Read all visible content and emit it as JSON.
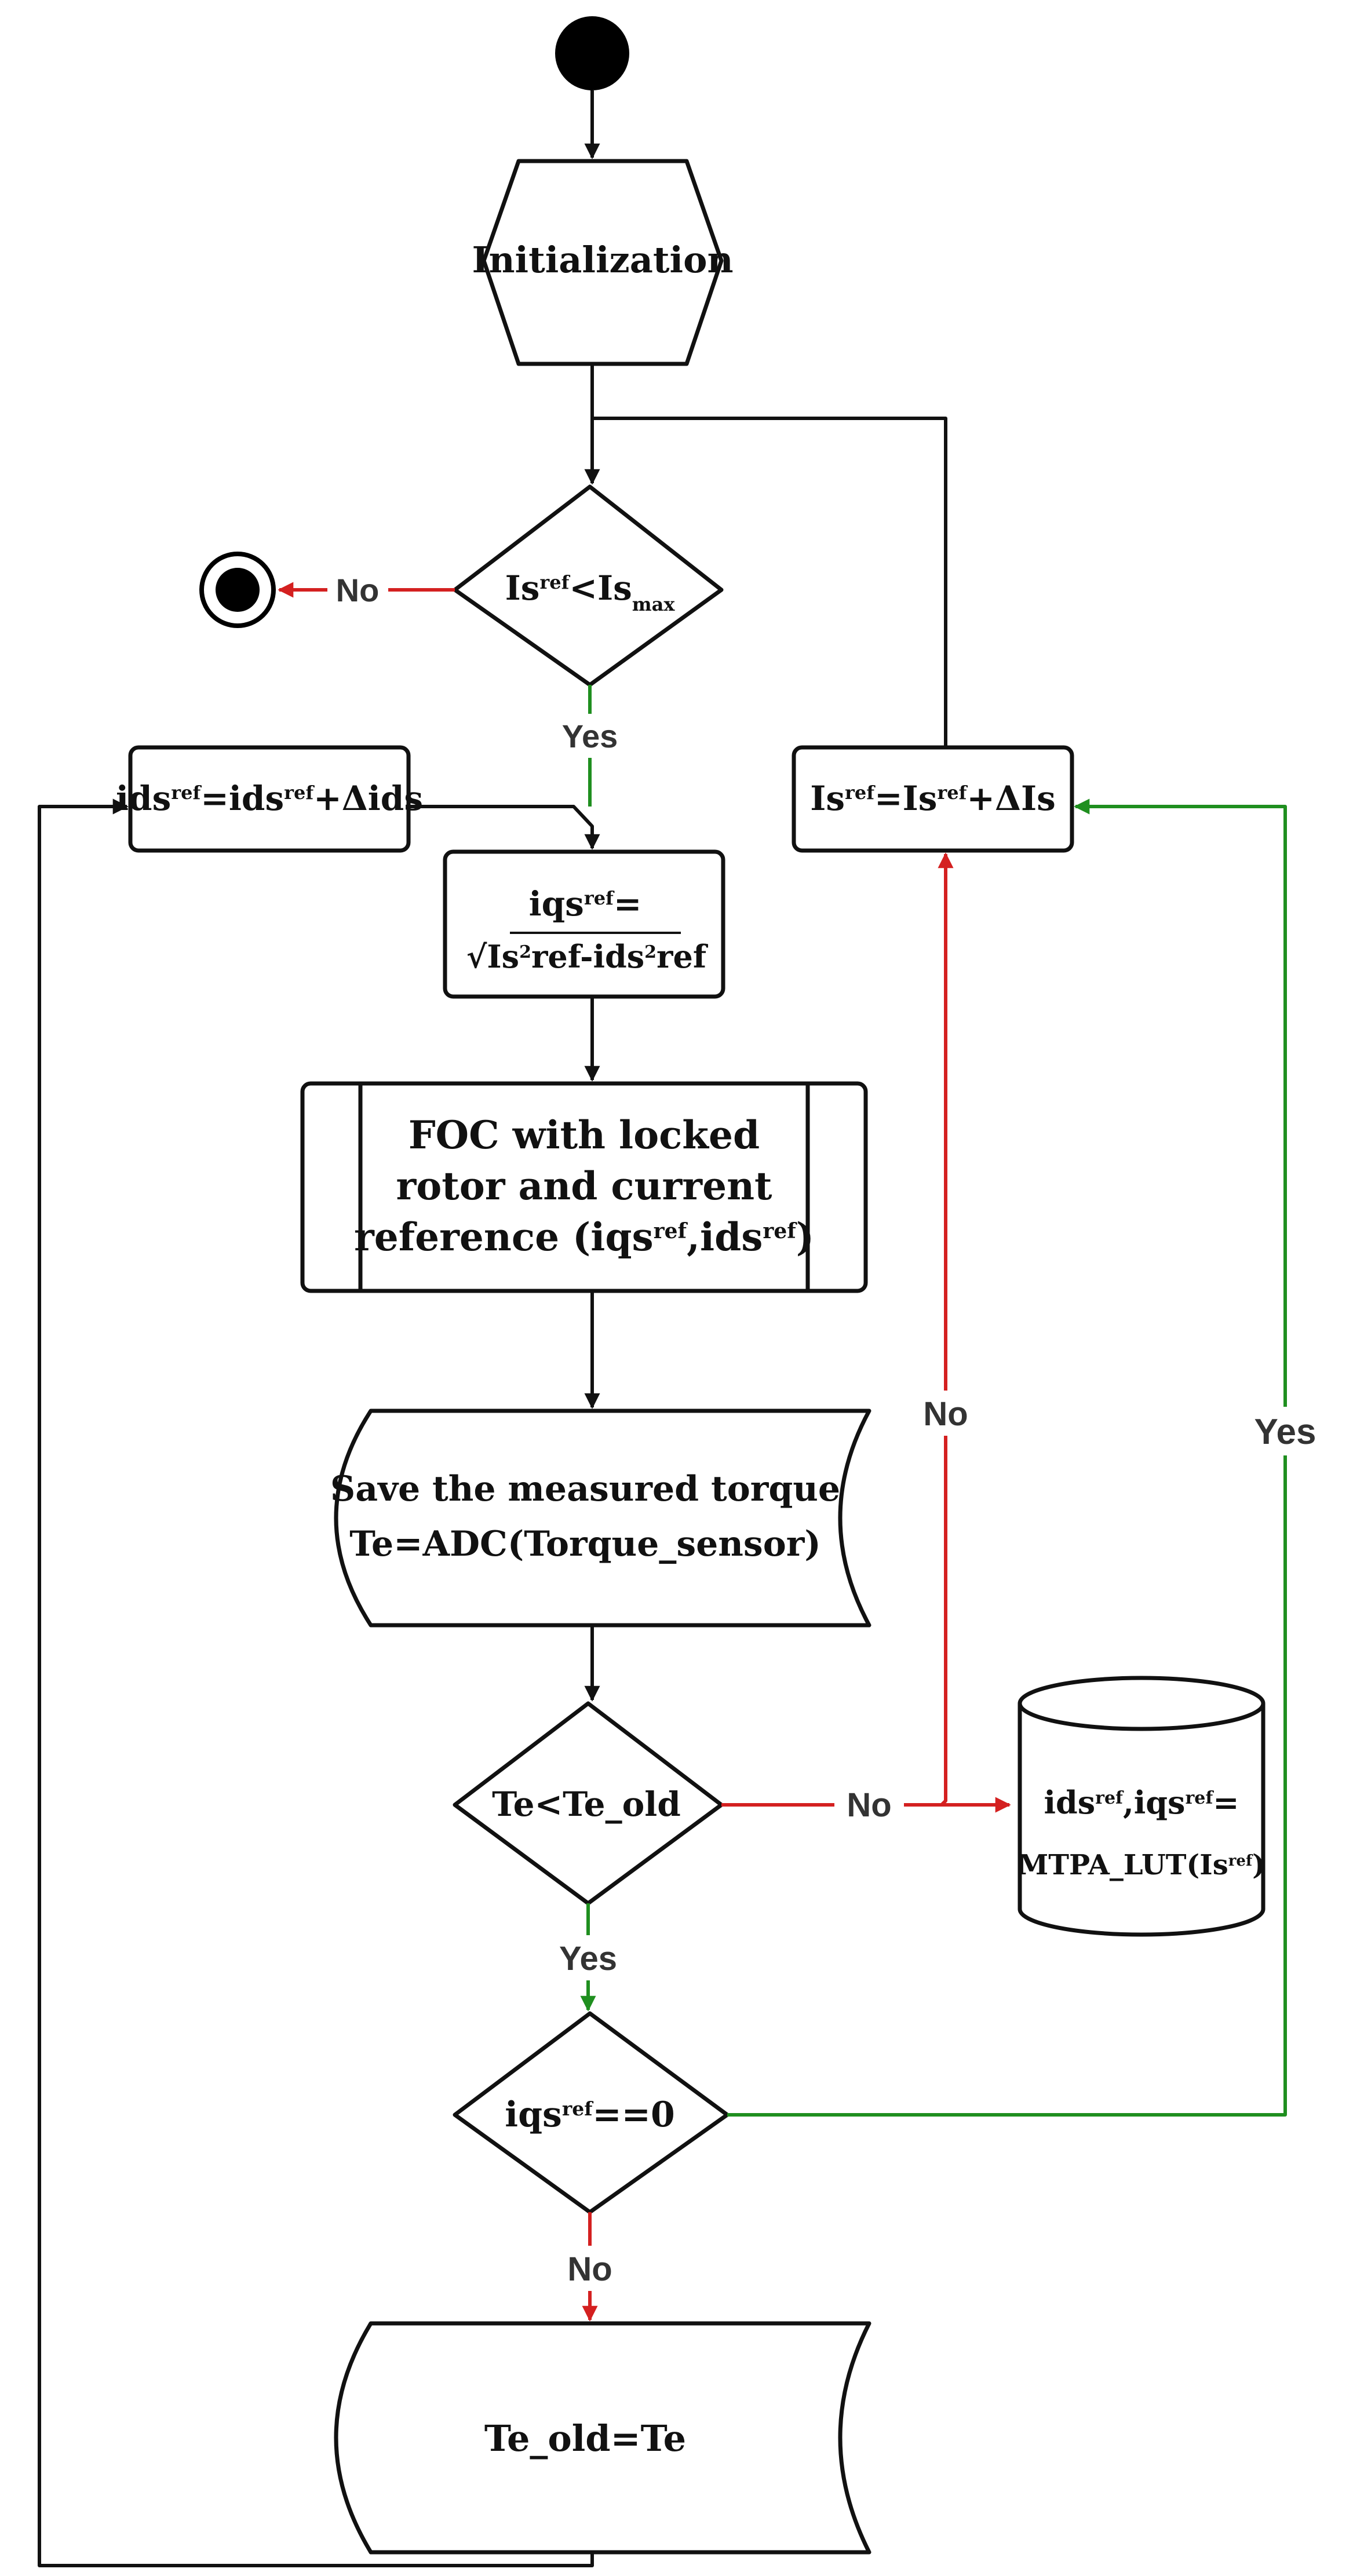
{
  "colors": {
    "line": "#111111",
    "no": "#d42020",
    "yes": "#1f8f1f",
    "label": "#333333"
  },
  "nodes": {
    "init": {
      "text": "Initialization",
      "shape": "hexagon"
    },
    "cond_is": {
      "shape": "diamond",
      "parts": [
        {
          "t": "I"
        },
        {
          "t": "s"
        },
        {
          "t": "ref",
          "sup": true
        },
        {
          "t": "<"
        },
        {
          "t": "I"
        },
        {
          "t": "s"
        },
        {
          "t": "max",
          "sub": true
        }
      ]
    },
    "ids_update": {
      "shape": "rect",
      "parts": [
        {
          "t": "i"
        },
        {
          "t": "ds"
        },
        {
          "t": "ref",
          "sup": true
        },
        {
          "t": "="
        },
        {
          "t": "i"
        },
        {
          "t": "ds"
        },
        {
          "t": "ref",
          "sup": true
        },
        {
          "t": "+"
        },
        {
          "t": "Δi"
        },
        {
          "t": "ds"
        }
      ]
    },
    "is_update": {
      "shape": "rect",
      "parts": [
        {
          "t": "I"
        },
        {
          "t": "s"
        },
        {
          "t": "ref",
          "sup": true
        },
        {
          "t": "="
        },
        {
          "t": "I"
        },
        {
          "t": "s"
        },
        {
          "t": "ref",
          "sup": true
        },
        {
          "t": "+"
        },
        {
          "t": "ΔI"
        },
        {
          "t": "s"
        }
      ]
    },
    "iqs_calc": {
      "shape": "rect",
      "line1": [
        {
          "t": "i"
        },
        {
          "t": "qs"
        },
        {
          "t": "ref",
          "sup": true
        },
        {
          "t": "="
        }
      ],
      "line2": [
        {
          "t": "√"
        },
        {
          "t": "I"
        },
        {
          "t": "s"
        },
        {
          "t": "2",
          "sup": true
        },
        {
          "t": "ref"
        },
        {
          "t": "-"
        },
        {
          "t": "i"
        },
        {
          "t": "ds"
        },
        {
          "t": "2",
          "sup": true
        },
        {
          "t": "ref"
        }
      ]
    },
    "foc": {
      "shape": "subprocess",
      "line1": "FOC with locked",
      "line2": "rotor and current",
      "line3_parts": [
        {
          "t": "reference ("
        },
        {
          "t": "i"
        },
        {
          "t": "qs"
        },
        {
          "t": "ref",
          "sup": true
        },
        {
          "t": ","
        },
        {
          "t": "i"
        },
        {
          "t": "ds"
        },
        {
          "t": "ref",
          "sup": true
        },
        {
          "t": ")"
        }
      ]
    },
    "save_torque": {
      "shape": "stored-data",
      "line1": "Save the measured torque",
      "line2_parts": [
        {
          "t": "T"
        },
        {
          "t": "e"
        },
        {
          "t": "=ADC(Torque_sensor)"
        }
      ]
    },
    "cond_te": {
      "shape": "diamond",
      "parts": [
        {
          "t": "T"
        },
        {
          "t": "e"
        },
        {
          "t": "<"
        },
        {
          "t": "T"
        },
        {
          "t": "e_old"
        }
      ]
    },
    "lut": {
      "shape": "database",
      "line1": [
        {
          "t": "i"
        },
        {
          "t": "ds"
        },
        {
          "t": "ref",
          "sup": true
        },
        {
          "t": ","
        },
        {
          "t": "i"
        },
        {
          "t": "qs"
        },
        {
          "t": "ref",
          "sup": true
        },
        {
          "t": "="
        }
      ],
      "line2": [
        {
          "t": "MTPA_LUT("
        },
        {
          "t": "I"
        },
        {
          "t": "s"
        },
        {
          "t": "ref",
          "sup": true
        },
        {
          "t": ")"
        }
      ]
    },
    "cond_iqs": {
      "shape": "diamond",
      "parts": [
        {
          "t": "i"
        },
        {
          "t": "qs"
        },
        {
          "t": "ref",
          "sup": true
        },
        {
          "t": "==0"
        }
      ]
    },
    "te_old": {
      "shape": "stored-data",
      "text": "Te_old=Te"
    }
  },
  "edge_labels": {
    "cond_is_no": "No",
    "cond_is_yes": "Yes",
    "cond_te_no_right": "No",
    "lut_no_up": "No",
    "cond_te_yes": "Yes",
    "cond_iqs_yes": "Yes",
    "cond_iqs_no": "No"
  }
}
